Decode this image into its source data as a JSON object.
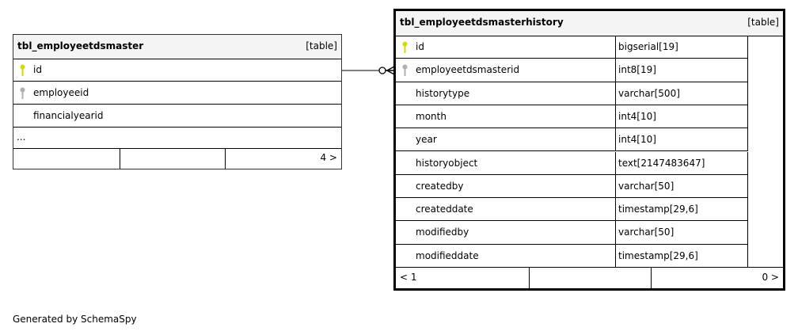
{
  "left_table": {
    "name": "tbl_employeetdsmaster",
    "type": "[table]",
    "columns": [
      {
        "name": "id",
        "key": "primary"
      },
      {
        "name": "employeeid",
        "key": "foreign"
      },
      {
        "name": "financialyearid",
        "key": "none"
      }
    ],
    "more": "...",
    "footer_right": "4 >"
  },
  "right_table": {
    "name": "tbl_employeetdsmasterhistory",
    "type": "[table]",
    "columns": [
      {
        "name": "id",
        "datatype": "bigserial[19]",
        "key": "primary"
      },
      {
        "name": "employeetdsmasterid",
        "datatype": "int8[19]",
        "key": "foreign"
      },
      {
        "name": "historytype",
        "datatype": "varchar[500]",
        "key": "none"
      },
      {
        "name": "month",
        "datatype": "int4[10]",
        "key": "none"
      },
      {
        "name": "year",
        "datatype": "int4[10]",
        "key": "none"
      },
      {
        "name": "historyobject",
        "datatype": "text[2147483647]",
        "key": "none"
      },
      {
        "name": "createdby",
        "datatype": "varchar[50]",
        "key": "none"
      },
      {
        "name": "createddate",
        "datatype": "timestamp[29,6]",
        "key": "none"
      },
      {
        "name": "modifiedby",
        "datatype": "varchar[50]",
        "key": "none"
      },
      {
        "name": "modifieddate",
        "datatype": "timestamp[29,6]",
        "key": "none"
      }
    ],
    "footer_left": "< 1",
    "footer_right": "0 >"
  },
  "colors": {
    "primary_key": "#d8d800",
    "foreign_key": "#b0b0b0",
    "header_bg": "#f4f4f4"
  },
  "footer_text": "Generated by SchemaSpy"
}
